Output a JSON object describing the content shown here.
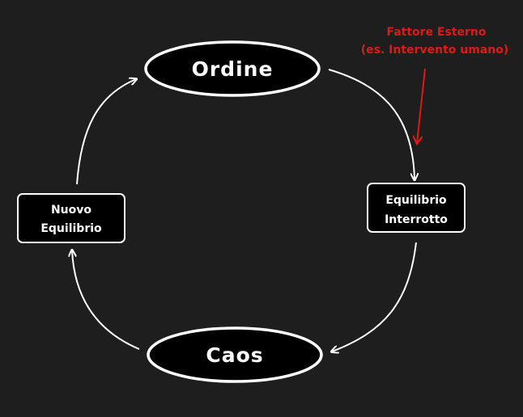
{
  "diagram": {
    "nodes": {
      "ordine": {
        "label": "Ordine"
      },
      "equilibrio_interrotto": {
        "line1": "Equilibrio",
        "line2": "Interrotto"
      },
      "caos": {
        "label": "Caos"
      },
      "nuovo_equilibrio": {
        "line1": "Nuovo",
        "line2": "Equilibrio"
      }
    },
    "annotation": {
      "line1": "Fattore Esterno",
      "line2": "(es. Intervento umano)"
    }
  },
  "colors": {
    "background": "#1e1e1e",
    "node_fill": "#000000",
    "node_stroke": "#ffffff",
    "arrow": "#ffffff",
    "annotation": "#e01818"
  }
}
